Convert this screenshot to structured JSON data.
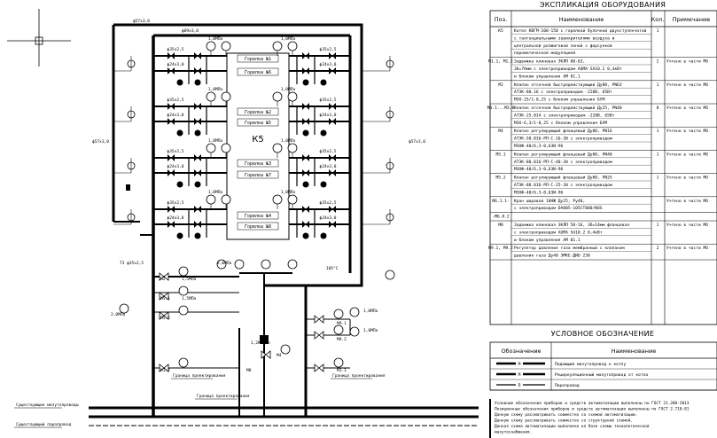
{
  "title": "ЭКСПЛИКАЦИЯ ОБОРУДОВАНИЯ",
  "columns": [
    "Поз.",
    "Наименование",
    "Кол.",
    "Примечание"
  ],
  "rows": [
    {
      "pos": "К5",
      "lines": [
        "Котел КВГМ-100-150 с горелкой булочной двухступенчатой",
        "с тангенциальными завихрителями воздуха и",
        "центральной розжиговой зоной с форсункой",
        "пароматической модуляцией"
      ],
      "qty": "1",
      "note": ""
    },
    {
      "pos": "М1.1, М1.2",
      "lines": [
        "Задвижка клиновая ЭКЛП 80-63,",
        "Зб=7бмм с электроприводом AUMA SA10.2 0,4кВт",
        "и блоком управления AM 01.1"
      ],
      "qty": "2",
      "note": "Учтено в части МО"
    },
    {
      "pos": "М2",
      "lines": [
        "Клапан отсечной быстродействующий Ду80, PN63",
        "АТЭК-80.16 с электроприводом -220В, 65Вт",
        "МЭО-25/1-0,25 с блоком управления БУМ"
      ],
      "qty": "1",
      "note": "Учтено в части МО"
    },
    {
      "pos": "М3.1...М3.8",
      "lines": [
        "Клапан отсечной быстродействующий Ду25, PN40",
        "АТЭК-25.014 с электроприводом -220В, 65Вт",
        "МЭО-6,3/1-0,25 с блоком управления БУМ"
      ],
      "qty": "8",
      "note": "Учтено в части МО"
    },
    {
      "pos": "М4",
      "lines": [
        "Клапан регулирующий фланцевый Ду80, PN16",
        "АТЭК-50.016-РП-С-16-30 с электроприводом",
        "МЭОФ-40/6,3-0,63И-96"
      ],
      "qty": "1",
      "note": "Учтено в части МО"
    },
    {
      "pos": "М5.1",
      "lines": [
        "Клапан регулирующий фланцевый Ду80, PN40",
        "АТЭК-80.016-РП-С-40-30 с электроприводом",
        "МЭОФ-40/6,3-0,63И-96"
      ],
      "qty": "1",
      "note": "Учтено в части МО"
    },
    {
      "pos": "М5.2",
      "lines": [
        "Клапан регулирующий фланцевый Ду80, PN25",
        "АТЭК-80.016-РП-С-25-30 с электроприводом",
        "МЭОФ-40/6,3-0,63И-96"
      ],
      "qty": "1",
      "note": "Учтено в части МО"
    },
    {
      "pos": "М6.1.1-",
      "lines": [
        "Кран шаровой 10НЖ Ду25, Ру40,",
        "с электроприводом DA005-105СТ000/NOS"
      ],
      "qty": "",
      "note": "Учтено в части МО"
    },
    {
      "pos": "-М6.8.2",
      "lines": [],
      "qty": "",
      "note": ""
    },
    {
      "pos": "М8",
      "lines": [
        "Задвижка клиновая ЭКЛП 50-16, Зб=14мм фланцевая",
        "с электроприводом AUMA SA10.2 0,4кВт",
        "и блоком управления AM 01.1"
      ],
      "qty": "1",
      "note": "Учтено в части МО"
    },
    {
      "pos": "М9.1, М9.2",
      "lines": [
        "Регулятор давления газа мембранный с клапаном",
        "давления газа Ду40 ЭМКЕ-ДИО 230"
      ],
      "qty": "2",
      "note": "Учтено в части МО"
    }
  ],
  "legend_title": "УСЛОВНОЕ ОБОЗНАЧЕНИЕ",
  "legend_columns": [
    "Обозначение",
    "Наименование"
  ],
  "legend_rows": [
    {
      "code": "М",
      "text": "Подающий мазутопровод к котлу"
    },
    {
      "code": "М",
      "text": "Рециркуляционный мазутопровод от котла"
    },
    {
      "code": "П",
      "text": "Паропровод"
    }
  ],
  "notes": [
    "Условные обозначения приборов и средств автоматизации выполнены по ГОСТ 21.208-2013",
    "Позиционные обозначения приборов и средств автоматизации выполнены по ГОСТ 2.710-81",
    "Данную схему рассматривать совместно со схемой автоматизации.",
    "Данную схему рассматривать совместно со структурной схемой.",
    "Данная схема автоматизации выполнена на базе схемы технологической",
    "мазутоснабжения."
  ],
  "scheme": {
    "boiler_label": "К5",
    "burners": [
      "Горелка №1",
      "Горелка №6",
      "Горелка №2",
      "Горелка №5",
      "Горелка №3",
      "Горелка №7",
      "Горелка №4",
      "Горелка №8"
    ],
    "pressure_1_0": "1,0МПа",
    "pressure_2_0": "2,0МПа",
    "pressure_1_5": "1,5МПа",
    "temp_105": "105°С",
    "pipe_57": "ф57х3,0",
    "pipe_89": "ф89х3,0",
    "pipe_35": "ф35х2,5",
    "pipe_24": "ф24х3,0",
    "flow_label": "1,2Кгс/ч",
    "t3_label": "Т3 ф35х2,5",
    "border_label": "Граница проектирования",
    "existing_supply": "Существующие мазутопроводы",
    "existing_steam": "Существующий паропровод",
    "tag_m2": "М2",
    "tag_m4": "М4",
    "tag_m51": "М5.1",
    "tag_m52": "М5.2",
    "tag_m11": "М1.1",
    "tag_m12": "М1.2",
    "tag_m8": "М8",
    "tag_m91": "М9.1",
    "tag_m92": "М9.2"
  }
}
